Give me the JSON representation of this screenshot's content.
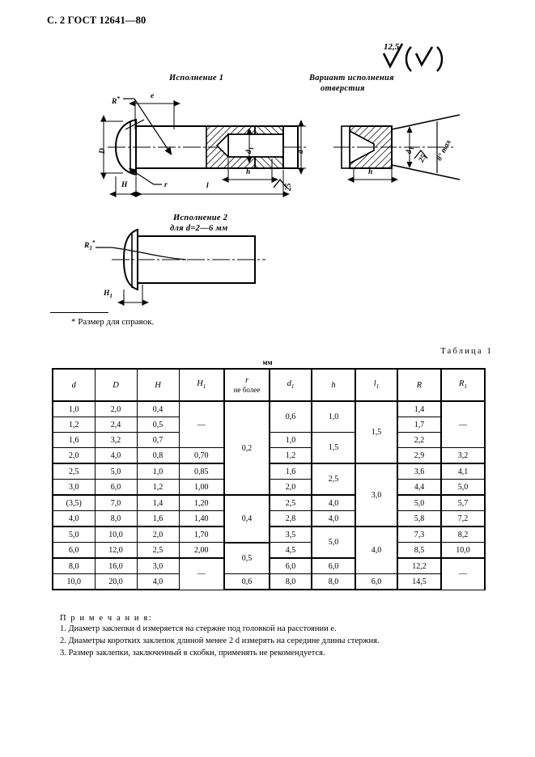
{
  "header": {
    "page_marker": "С. 2 ГОСТ 12641—80"
  },
  "roughness_symbol": {
    "value": "12,5",
    "note": "12,5 √ ( √ )"
  },
  "drawings": {
    "figure1": {
      "title": "Исполнение 1",
      "labels": {
        "radius": "R*",
        "e": "e",
        "D": "D",
        "H": "H",
        "r": "r",
        "l": "l",
        "h": "h",
        "d1": "d1",
        "d": "d",
        "angle": "25"
      }
    },
    "figure2": {
      "title_line1": "Вариант исполнения",
      "title_line2": "отверстия",
      "labels": {
        "h": "h",
        "d1": "d1",
        "angle": "25",
        "angle_max": "8° max"
      }
    },
    "figure3": {
      "title_line1": "Исполнение 2",
      "title_line2": "для d=2—6 мм",
      "labels": {
        "radius1": "R1*",
        "H1": "H1"
      }
    }
  },
  "footnote": "* Размер для справок.",
  "table": {
    "caption": "Таблица 1",
    "units": "мм",
    "columns": [
      "d",
      "D",
      "H",
      "H1",
      "r, не более",
      "d1",
      "h",
      "l1",
      "R",
      "R1"
    ],
    "column_html": [
      {
        "base": "d",
        "sub": ""
      },
      {
        "base": "D",
        "sub": ""
      },
      {
        "base": "H",
        "sub": ""
      },
      {
        "base": "H",
        "sub": "1"
      },
      {
        "base": "r",
        "sub": "",
        "second_line": "не более"
      },
      {
        "base": "d",
        "sub": "1"
      },
      {
        "base": "h",
        "sub": ""
      },
      {
        "base": "l",
        "sub": "1"
      },
      {
        "base": "R",
        "sub": ""
      },
      {
        "base": "R",
        "sub": "1"
      }
    ],
    "rows": [
      {
        "d": "1,0",
        "D": "2,0",
        "H": "0,4",
        "H1": "—",
        "r": "0,2",
        "d1": "0,6",
        "h": "1,0",
        "l1": "1,5",
        "R": "1,4",
        "R1": "—"
      },
      {
        "d": "1,2",
        "D": "2,4",
        "H": "0,5",
        "H1": "—",
        "r": "0,2",
        "d1": "0,6",
        "h": "1,0",
        "l1": "1,5",
        "R": "1,7",
        "R1": "—"
      },
      {
        "d": "1,6",
        "D": "3,2",
        "H": "0,7",
        "H1": "—",
        "r": "0,2",
        "d1": "1,0",
        "h": "1,5",
        "l1": "1,5",
        "R": "2,2",
        "R1": "—"
      },
      {
        "d": "2,0",
        "D": "4,0",
        "H": "0,8",
        "H1": "0,70",
        "r": "0,2",
        "d1": "1,2",
        "h": "1,5",
        "l1": "1,5",
        "R": "2,9",
        "R1": "3,2"
      },
      {
        "d": "2,5",
        "D": "5,0",
        "H": "1,0",
        "H1": "0,85",
        "r": "0,2",
        "d1": "1,6",
        "h": "2,5",
        "l1": "3,0",
        "R": "3,6",
        "R1": "4,1"
      },
      {
        "d": "3,0",
        "D": "6,0",
        "H": "1,2",
        "H1": "1,00",
        "r": "0,2",
        "d1": "2,0",
        "h": "2,5",
        "l1": "3,0",
        "R": "4,4",
        "R1": "5,0"
      },
      {
        "d": "(3,5)",
        "D": "7,0",
        "H": "1,4",
        "H1": "1,20",
        "r": "0,4",
        "d1": "2,5",
        "h": "4,0",
        "l1": "3,0",
        "R": "5,0",
        "R1": "5,7"
      },
      {
        "d": "4,0",
        "D": "8,0",
        "H": "1,6",
        "H1": "1,40",
        "r": "0,4",
        "d1": "2,8",
        "h": "4,0",
        "l1": "3,0",
        "R": "5,8",
        "R1": "7,2"
      },
      {
        "d": "5,0",
        "D": "10,0",
        "H": "2,0",
        "H1": "1,70",
        "r": "0,4",
        "d1": "3,5",
        "h": "5,0",
        "l1": "4,0",
        "R": "7,3",
        "R1": "8,2"
      },
      {
        "d": "6,0",
        "D": "12,0",
        "H": "2,5",
        "H1": "2,00",
        "r": "0,5",
        "d1": "4,5",
        "h": "5,0",
        "l1": "4,0",
        "R": "8,5",
        "R1": "10,0"
      },
      {
        "d": "8,0",
        "D": "16,0",
        "H": "3,0",
        "H1": "—",
        "r": "0,5",
        "d1": "6,0",
        "h": "6,0",
        "l1": "4,0",
        "R": "12,2",
        "R1": "—"
      },
      {
        "d": "10,0",
        "D": "20,0",
        "H": "4,0",
        "H1": "—",
        "r": "0,6",
        "d1": "8,0",
        "h": "8,0",
        "l1": "6,0",
        "R": "14,5",
        "R1": "—"
      }
    ]
  },
  "notes": {
    "title": "П р и м е ч а н и я:",
    "items": [
      "1. Диаметр заклепки d измеряется на стержне под головкой на расстоянии e.",
      "2. Диаметры коротких заклепок длиной менее 2 d измерять на середине длины стержня.",
      "3. Размер заклепки, заключенный в скобки, применять не рекомендуется."
    ]
  }
}
